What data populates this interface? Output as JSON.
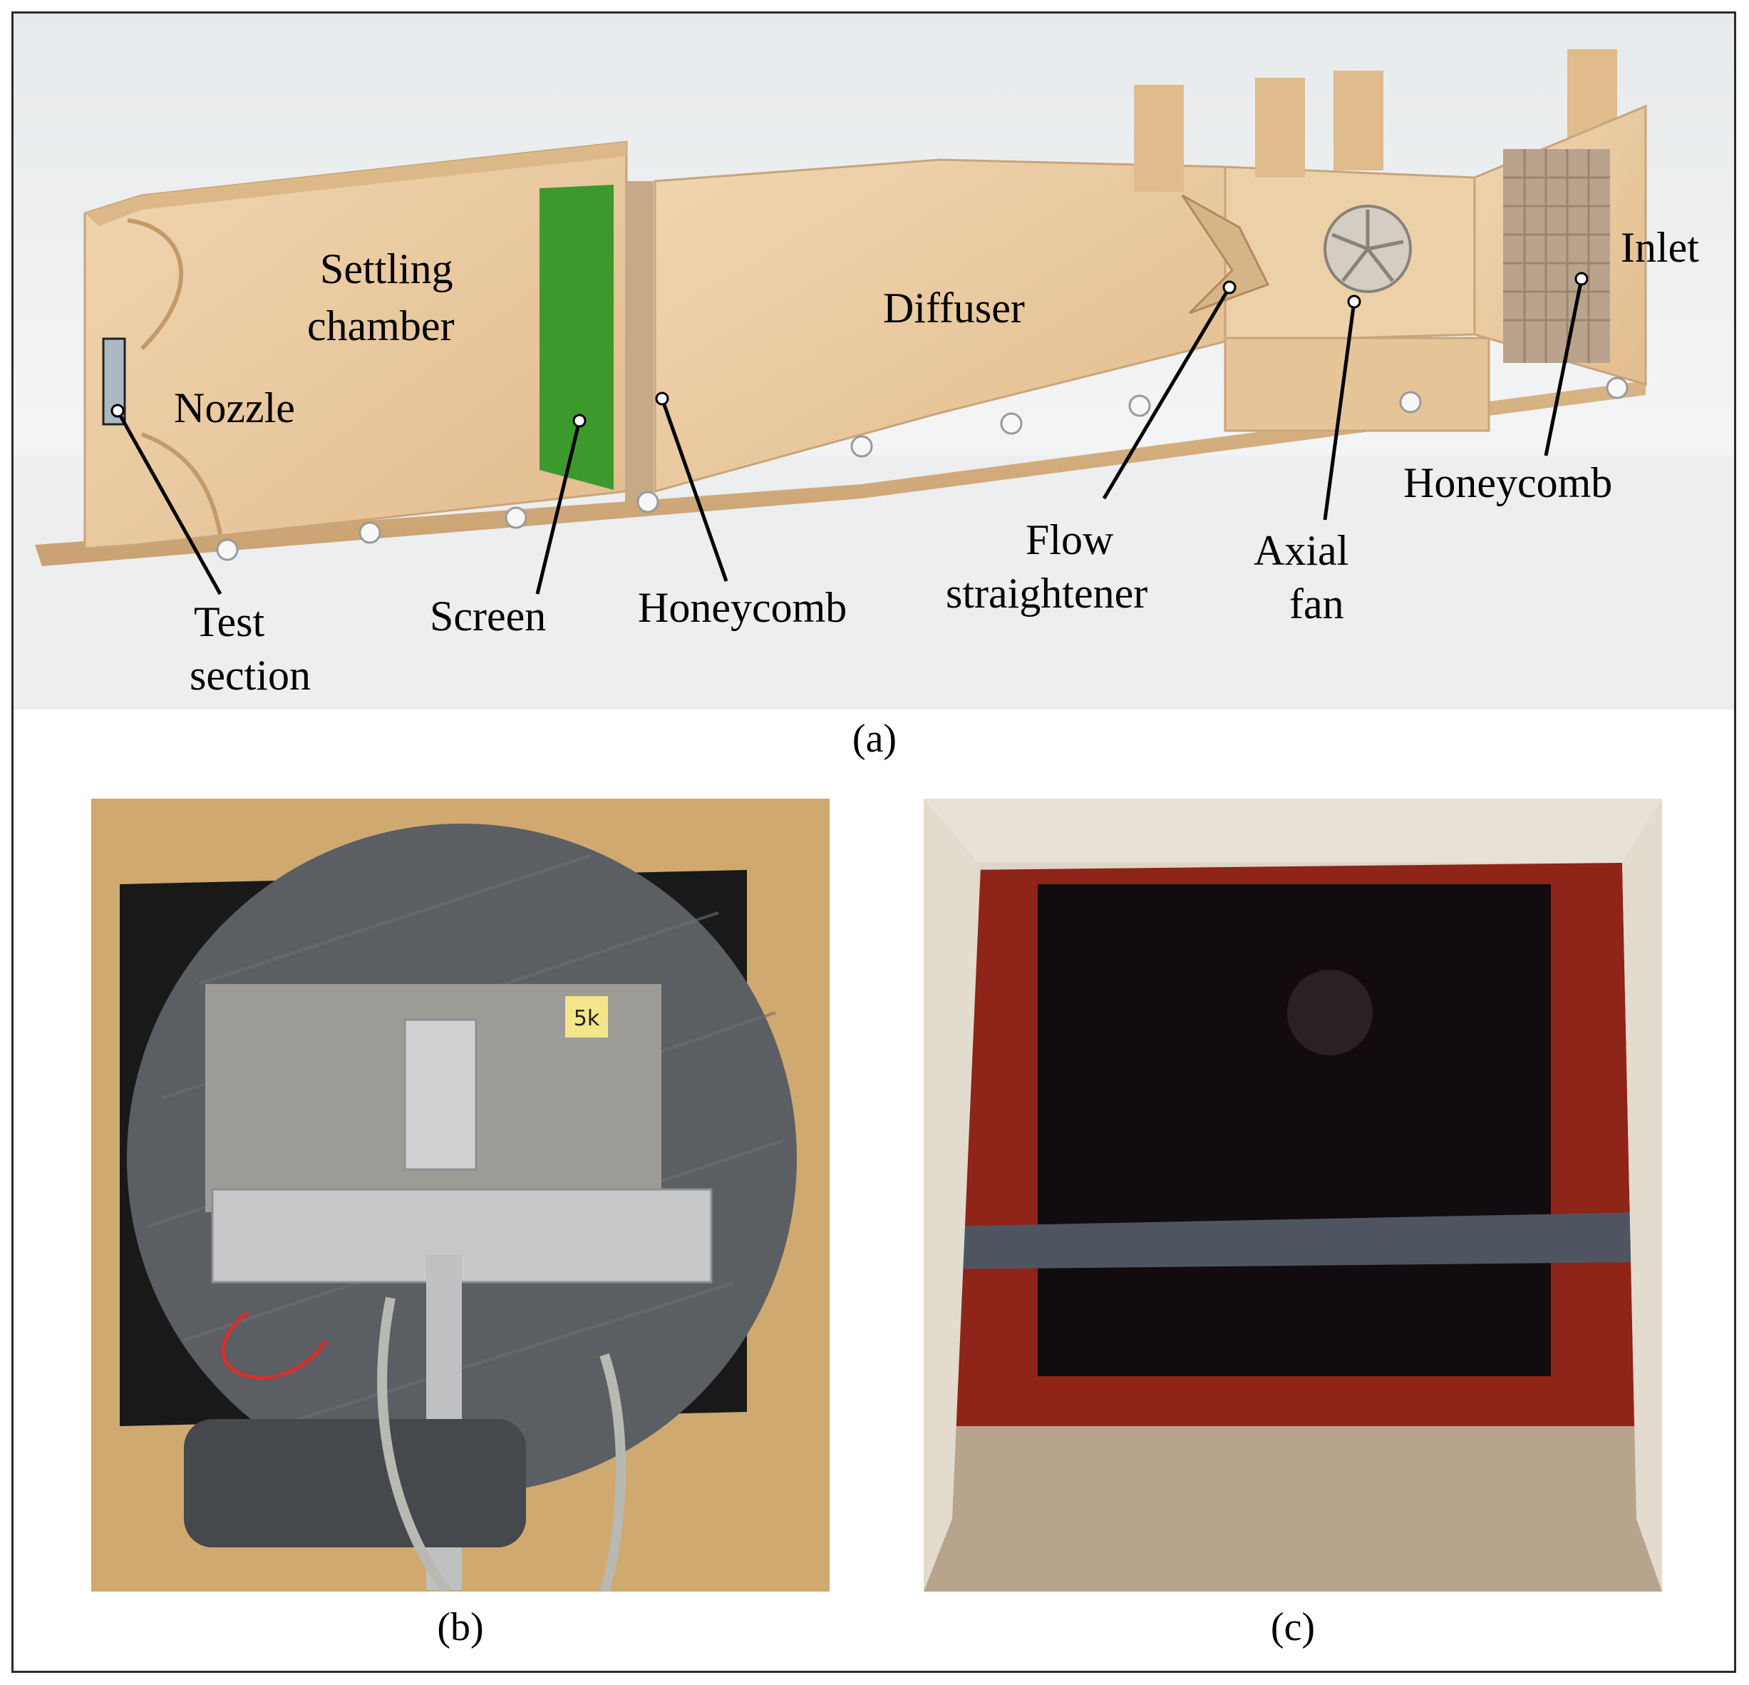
{
  "figure": {
    "panel_a": {
      "caption": "(a)",
      "labels": {
        "test_section_1": "Test",
        "test_section_2": "section",
        "nozzle": "Nozzle",
        "settling_1": "Settling",
        "settling_2": "chamber",
        "screen": "Screen",
        "honeycomb_left": "Honeycomb",
        "diffuser": "Diffuser",
        "flow_1": "Flow",
        "flow_2": "straightener",
        "fan_1": "Axial",
        "fan_2": "fan",
        "honeycomb_right": "Honeycomb",
        "inlet": "Inlet"
      }
    },
    "panel_b": {
      "caption": "(b)",
      "sticker_text": "5k"
    },
    "panel_c": {
      "caption": "(c)"
    },
    "colors": {
      "wood": "#e9c79c",
      "screen_green": "#3c9a2c",
      "frame": "#2b2b2b"
    }
  }
}
